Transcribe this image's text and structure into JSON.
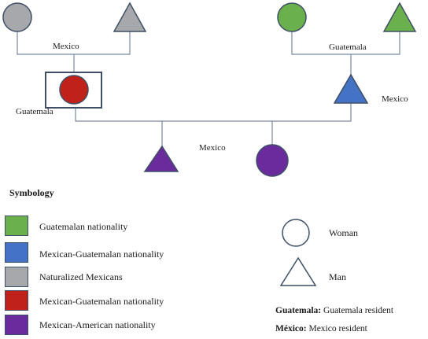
{
  "pedigree": {
    "labels": {
      "left_parents_place": "Mexico",
      "right_parents_place": "Guatemala",
      "mother_place": "Guatemala",
      "father_place": "Mexico",
      "children_place": "Mexico"
    },
    "colors": {
      "gray": "#a6a8ab",
      "green": "#6ab04c",
      "blue": "#4472c4",
      "red": "#c0221b",
      "purple": "#6a2c9c",
      "outline": "#3f4f66"
    }
  },
  "legend": {
    "title": "Symbology",
    "items": [
      {
        "label": "Guatemalan nationality",
        "color": "#6ab04c"
      },
      {
        "label": "Mexican-Guatemalan nationality",
        "color": "#4472c4"
      },
      {
        "label": "Naturalized Mexicans",
        "color": "#a6a8ab"
      },
      {
        "label": "Mexican-Guatemalan nationality",
        "color": "#c0221b"
      },
      {
        "label": "Mexican-American nationality",
        "color": "#6a2c9c"
      }
    ],
    "shapes": {
      "woman": "Woman",
      "man": "Man"
    },
    "notes": [
      {
        "key": "Guatemala:",
        "value": " Guatemala resident"
      },
      {
        "key": "México:",
        "value": " Mexico resident"
      }
    ]
  }
}
